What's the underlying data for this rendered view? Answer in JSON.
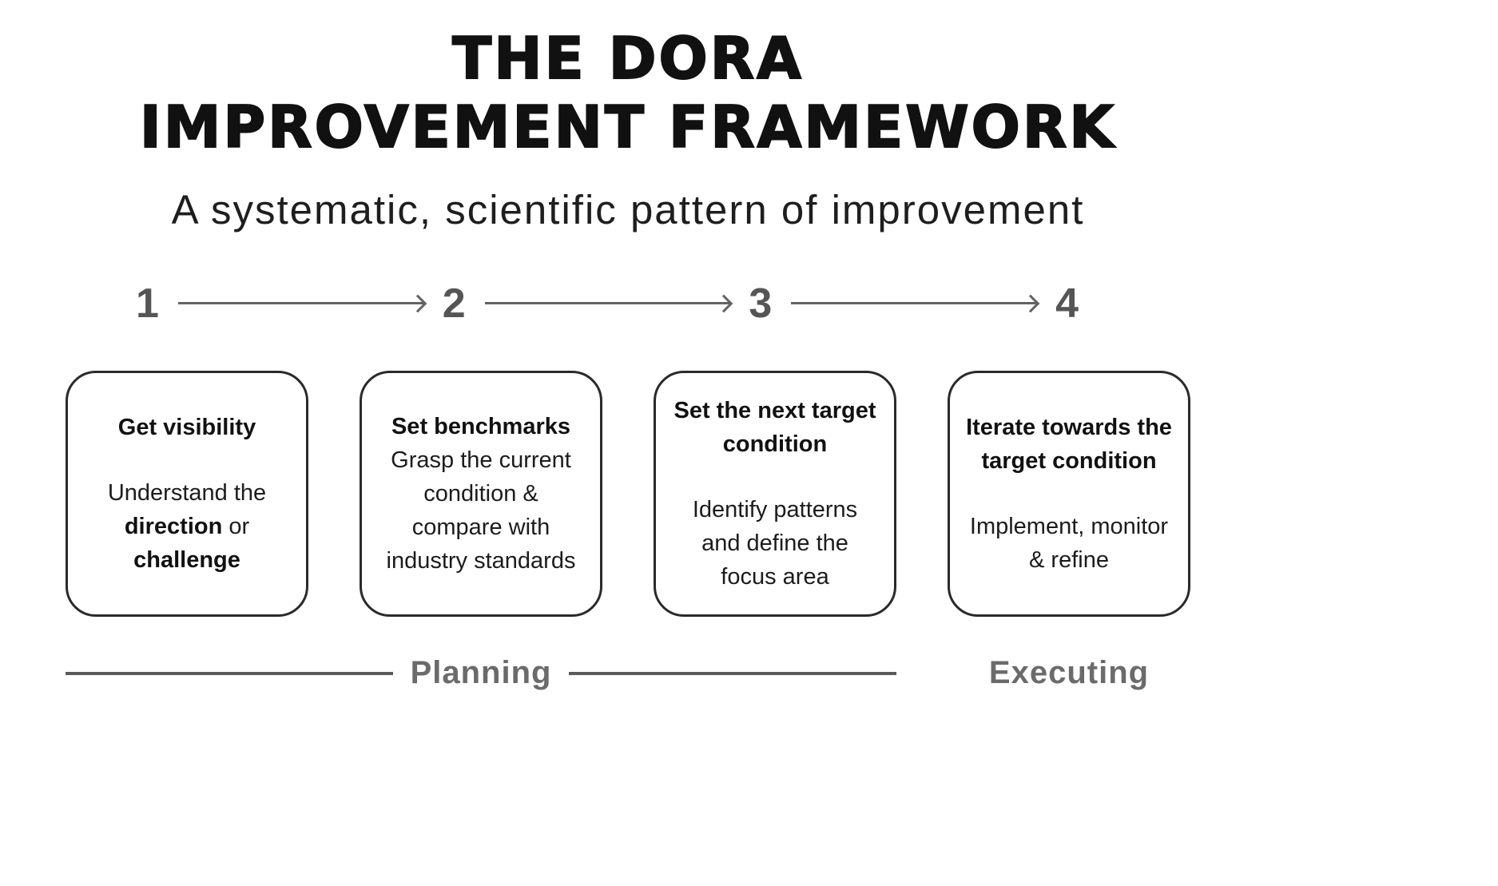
{
  "title": {
    "line1": "THE DORA",
    "line2": "IMPROVEMENT FRAMEWORK"
  },
  "subtitle": "A systematic, scientific pattern of improvement",
  "steps": [
    {
      "number": "1",
      "heading": "Get visibility",
      "body": [
        {
          "text": "Understand the ",
          "bold": false
        },
        {
          "text": "direction",
          "bold": true
        },
        {
          "text": " or ",
          "bold": false
        },
        {
          "text": "challenge",
          "bold": true
        }
      ]
    },
    {
      "number": "2",
      "heading": "Set benchmarks",
      "body": [
        {
          "text": "Grasp the current condition & compare with industry standards",
          "bold": false
        }
      ]
    },
    {
      "number": "3",
      "heading": "Set the next target condition",
      "body": [
        {
          "text": "Identify patterns and define the focus area",
          "bold": false
        }
      ]
    },
    {
      "number": "4",
      "heading": "Iterate towards the target condition",
      "body": [
        {
          "text": "Implement, monitor & refine",
          "bold": false
        }
      ]
    }
  ],
  "phases": {
    "planning": "Planning",
    "executing": "Executing"
  },
  "colors": {
    "ink": "#111111",
    "border": "#2a2a2a",
    "muted_number": "#555555",
    "arrow": "#636363",
    "phase_line": "#5a5a5a",
    "phase_label": "#6b6b6b",
    "background": "#ffffff"
  }
}
